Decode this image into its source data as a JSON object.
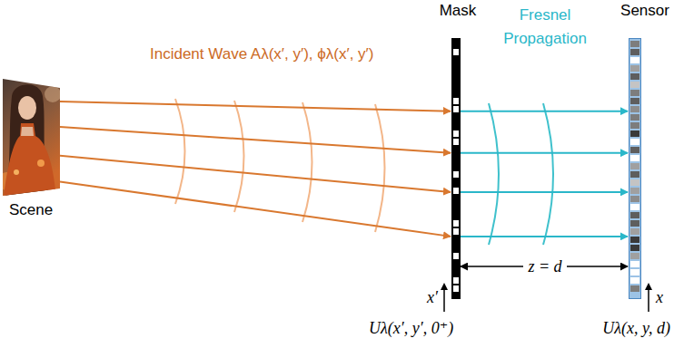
{
  "diagram": {
    "nodes": [
      {
        "text": [
          "Scene"
        ]
      },
      {
        "text": [
          "Mask"
        ]
      },
      {
        "text": [
          "Sensor"
        ]
      }
    ],
    "edges": [
      {
        "from": 0,
        "to": 1,
        "arrow": "to",
        "label": "Incident Wave Aλ(x′, y′), ϕλ(x′, y′)"
      },
      {
        "from": 1,
        "to": 2,
        "arrow": "to",
        "label": "Fresnel Propagation"
      },
      {
        "from": 1,
        "to": 2,
        "arrow": "both",
        "label": "z = d"
      }
    ],
    "labels": [
      "x′",
      "x",
      "Uλ(x′, y′, 0⁺)",
      "Uλ(x, y, d)"
    ]
  }
}
